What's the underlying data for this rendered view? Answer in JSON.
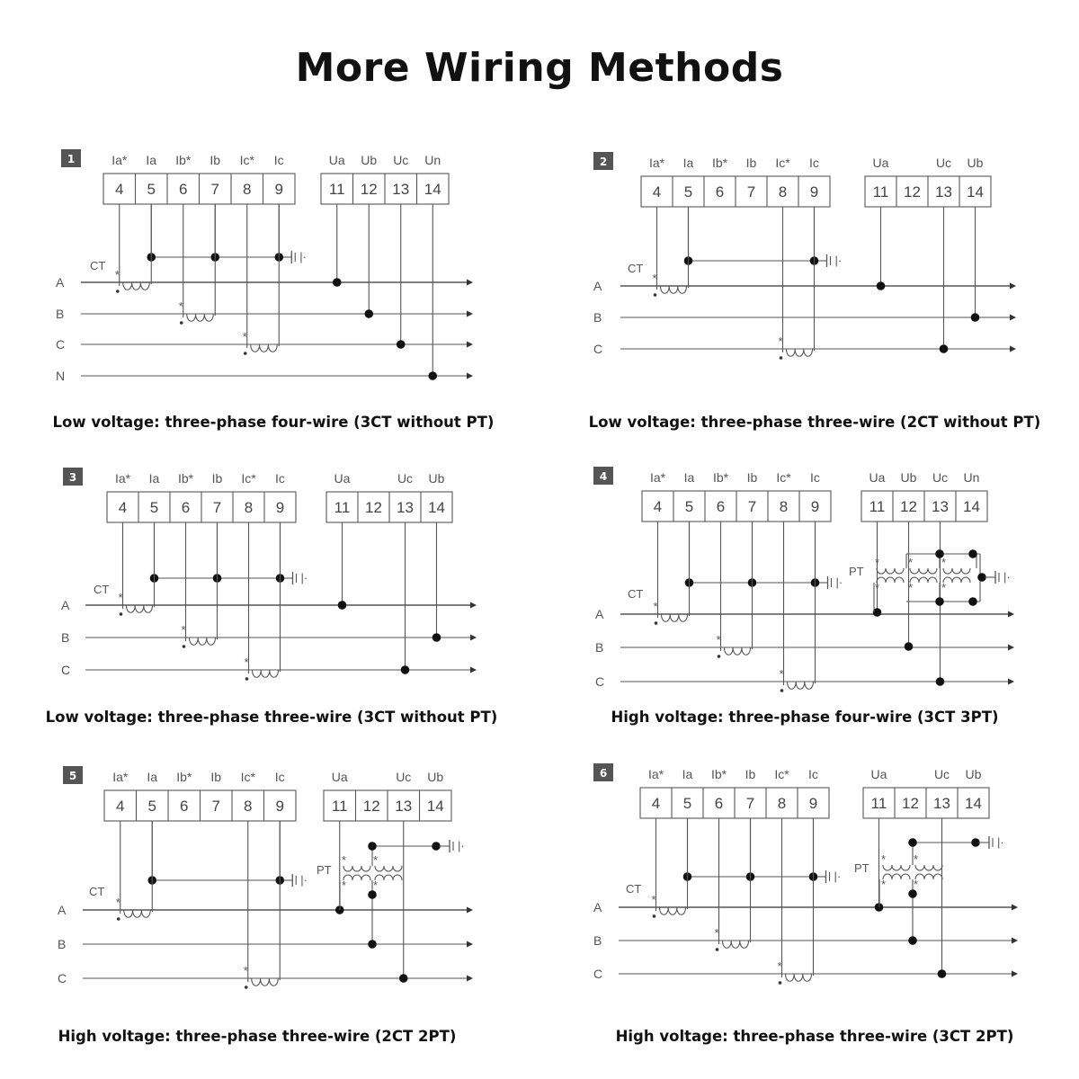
{
  "title": "More Wiring Methods",
  "terminal_numbers": [
    "4",
    "5",
    "6",
    "7",
    "8",
    "9",
    "11",
    "12",
    "13",
    "14"
  ],
  "phases": [
    "A",
    "B",
    "C",
    "N"
  ],
  "labels": {
    "ct": "CT",
    "pt": "PT"
  },
  "panels": [
    {
      "number": "1",
      "current_signals": [
        "Ia*",
        "Ia",
        "Ib*",
        "Ib",
        "Ic*",
        "Ic"
      ],
      "voltage_signals": [
        "Ua",
        "Ub",
        "Uc",
        "Un"
      ],
      "caption": "Low voltage: three-phase four-wire (3CT without PT)"
    },
    {
      "number": "2",
      "current_signals": [
        "Ia*",
        "Ia",
        "Ib*",
        "Ib",
        "Ic*",
        "Ic"
      ],
      "voltage_signals": [
        "Ua",
        "",
        "Uc",
        "Ub"
      ],
      "caption": "Low voltage: three-phase three-wire (2CT without PT)"
    },
    {
      "number": "3",
      "current_signals": [
        "Ia*",
        "Ia",
        "Ib*",
        "Ib",
        "Ic*",
        "Ic"
      ],
      "voltage_signals": [
        "Ua",
        "",
        "Uc",
        "Ub"
      ],
      "caption": "Low voltage: three-phase three-wire (3CT without PT)"
    },
    {
      "number": "4",
      "current_signals": [
        "Ia*",
        "Ia",
        "Ib*",
        "Ib",
        "Ic*",
        "Ic"
      ],
      "voltage_signals": [
        "Ua",
        "Ub",
        "Uc",
        "Un"
      ],
      "caption": "High voltage: three-phase four-wire (3CT 3PT)"
    },
    {
      "number": "5",
      "current_signals": [
        "Ia*",
        "Ia",
        "Ib*",
        "Ib",
        "Ic*",
        "Ic"
      ],
      "voltage_signals": [
        "Ua",
        "",
        "Uc",
        "Ub"
      ],
      "caption": "High voltage: three-phase three-wire (2CT 2PT)"
    },
    {
      "number": "6",
      "current_signals": [
        "Ia*",
        "Ia",
        "Ib*",
        "Ib",
        "Ic*",
        "Ic"
      ],
      "voltage_signals": [
        "Ua",
        "",
        "Uc",
        "Ub"
      ],
      "caption": "High voltage: three-phase three-wire (3CT 2PT)"
    }
  ]
}
